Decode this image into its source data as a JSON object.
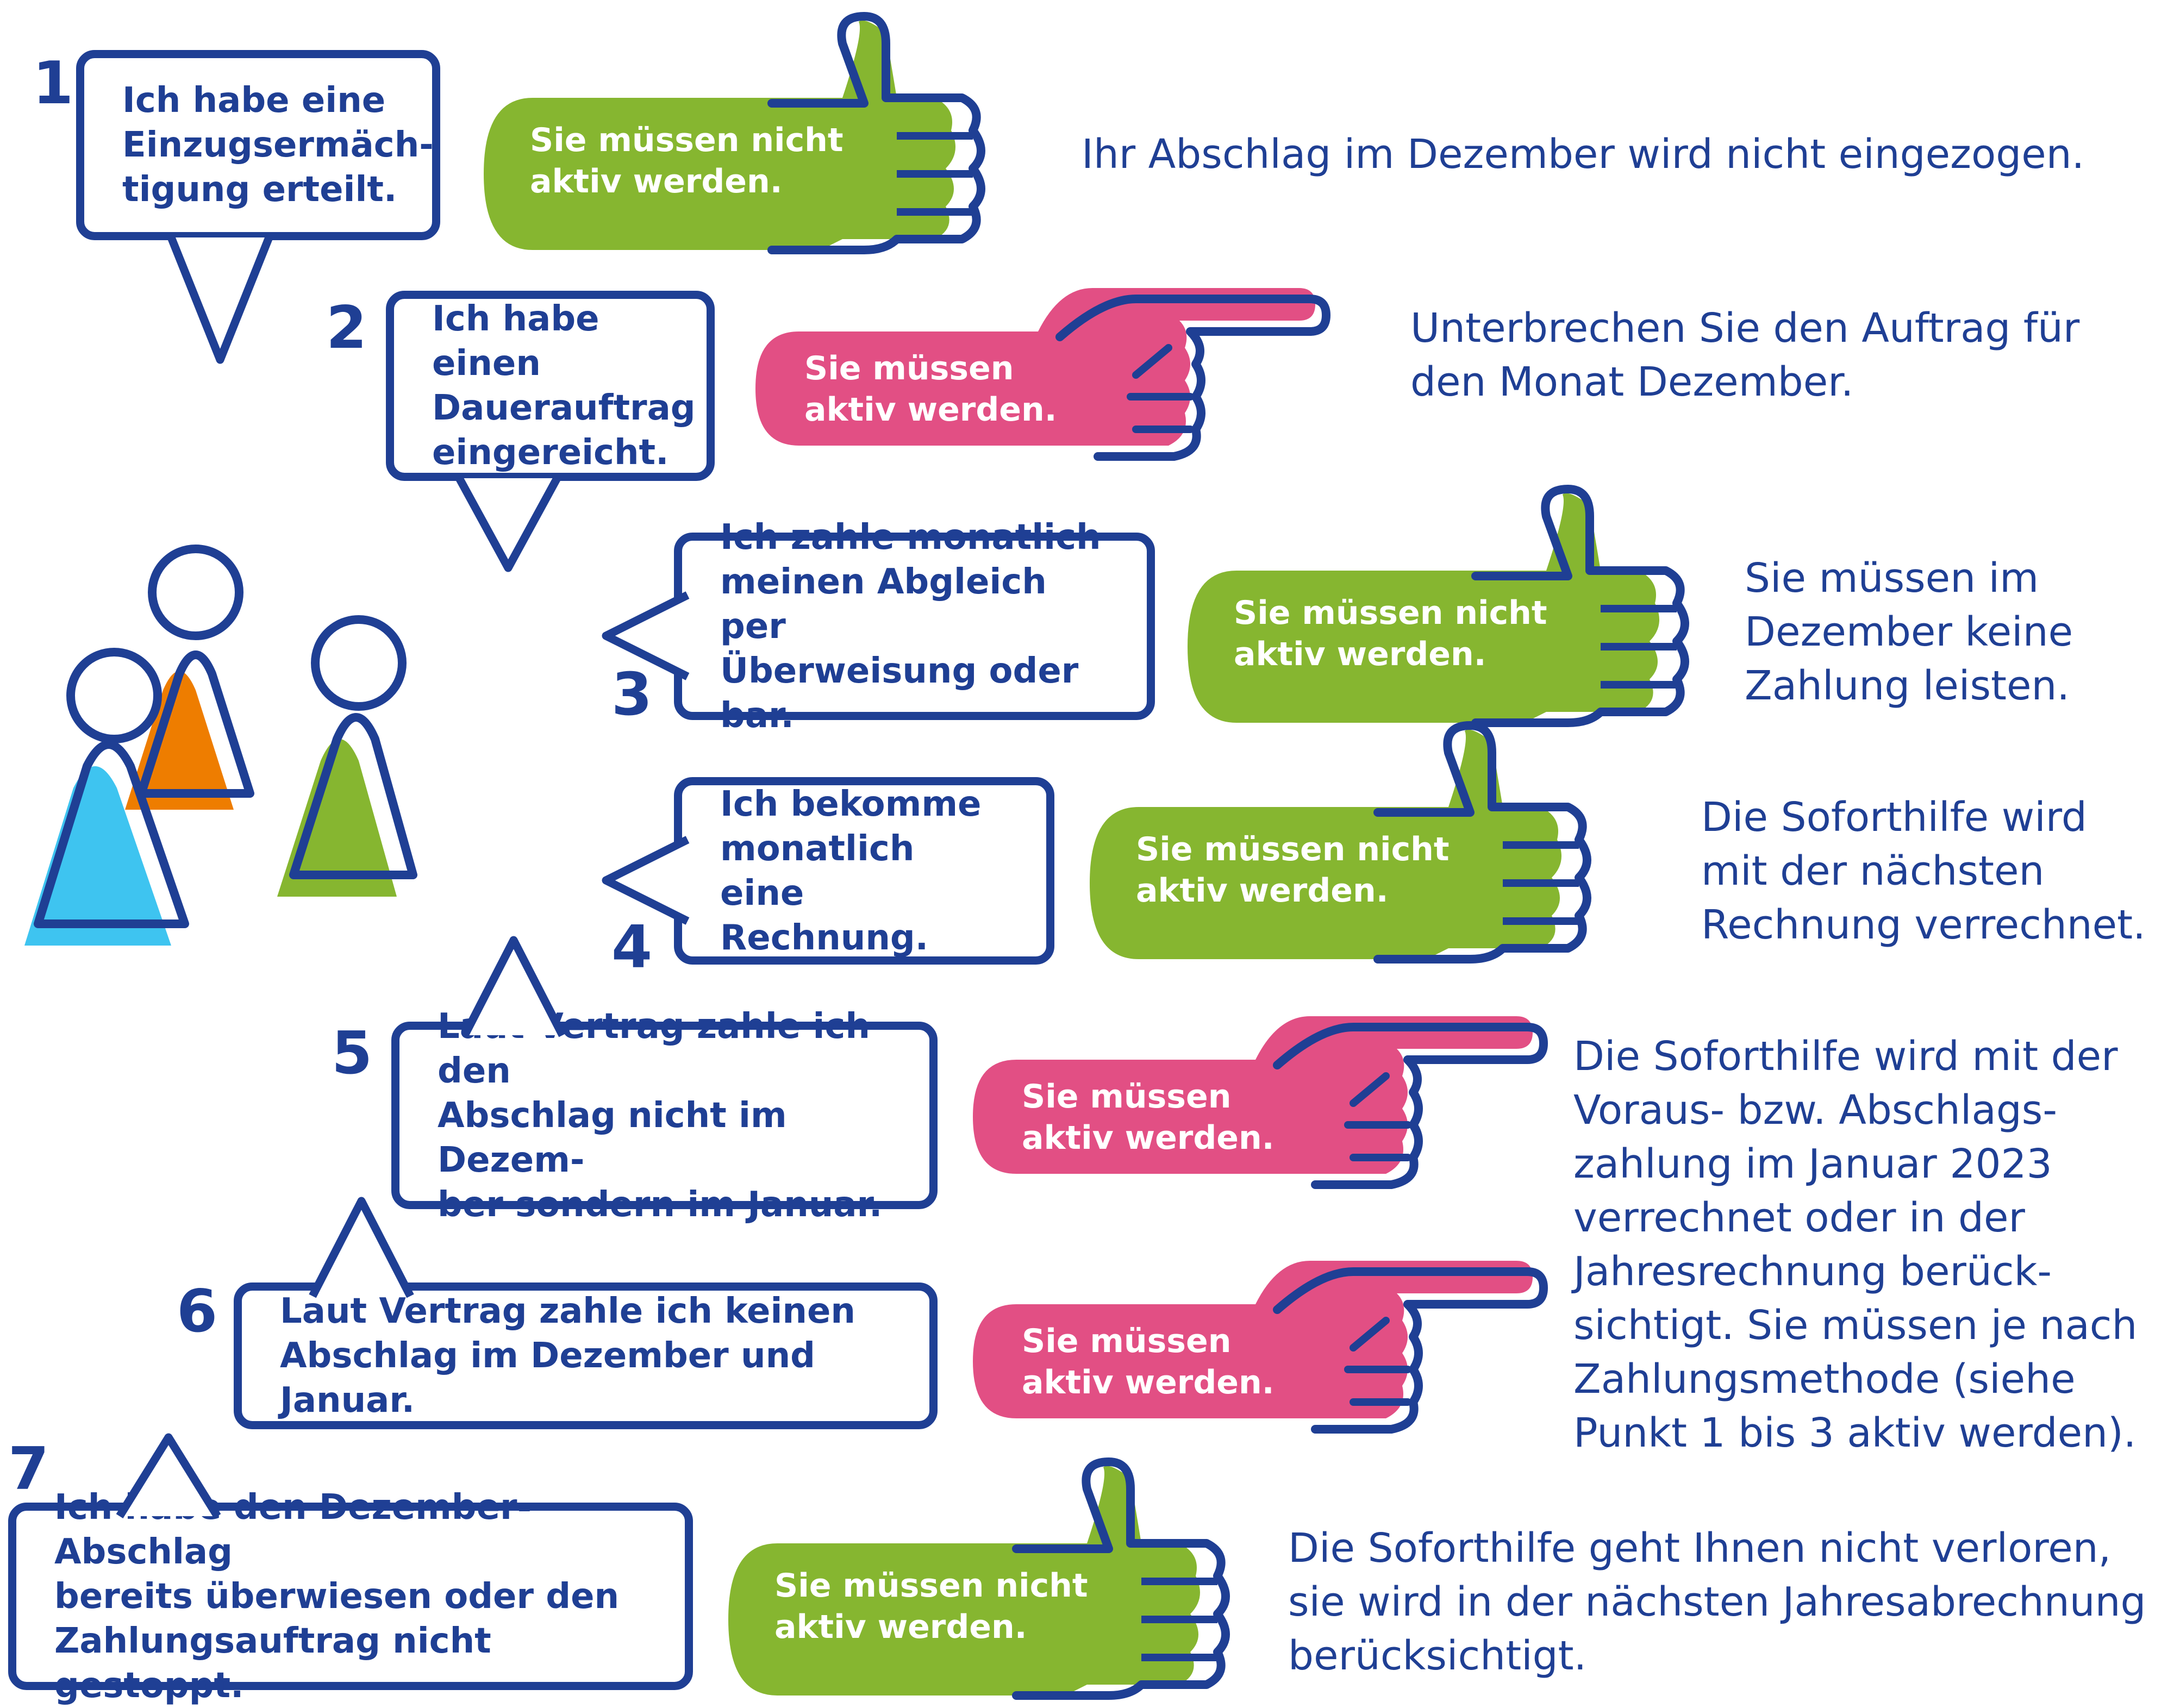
{
  "colors": {
    "blue": "#1f3f94",
    "green": "#86b630",
    "pink": "#e24f84",
    "orange": "#ee7d00",
    "light_blue": "#3ec4f0"
  },
  "hand_label": {
    "no_action": "Sie müssen nicht\naktiv werden.",
    "action": "Sie müssen\naktiv werden."
  },
  "icons": {
    "thumbs_up": "thumbs-up-icon",
    "pointing_hand": "pointing-hand-icon",
    "people": "people-group-icon"
  },
  "steps": [
    {
      "number": "1",
      "statement": "Ich habe eine\nEinzugsermäch-\ntigung erteilt.",
      "action_required": false,
      "answer": "Ihr Abschlag im Dezember wird nicht eingezogen."
    },
    {
      "number": "2",
      "statement": "Ich habe einen\nDauerauftrag\neingereicht.",
      "action_required": true,
      "answer": "Unterbrechen Sie den Auftrag für\nden Monat Dezember."
    },
    {
      "number": "3",
      "statement": "Ich zahle monatlich\nmeinen Abgleich per\nÜberweisung oder bar.",
      "action_required": false,
      "answer": "Sie müssen im\nDezember keine\nZahlung leisten."
    },
    {
      "number": "4",
      "statement": "Ich bekomme\nmonatlich eine\nRechnung.",
      "action_required": false,
      "answer": "Die Soforthilfe wird\nmit der nächsten\nRechnung verrechnet."
    },
    {
      "number": "5",
      "statement": "Laut Vertrag zahle ich den\nAbschlag nicht im Dezem-\nber sondern im Januar.",
      "action_required": true,
      "answer": "Die Soforthilfe wird mit der\nVoraus- bzw. Abschlags-\nzahlung im Januar 2023\nverrechnet oder in der\nJahresrechnung berück-\nsichtigt. Sie müssen je nach\nZahlungsmethode (siehe\nPunkt 1 bis 3 aktiv werden)."
    },
    {
      "number": "6",
      "statement": "Laut Vertrag zahle ich keinen\nAbschlag im Dezember und Januar.",
      "action_required": true,
      "answer": ""
    },
    {
      "number": "7",
      "statement": "Ich habe den Dezember-Abschlag\nbereits überwiesen oder den\nZahlungsauftrag nicht gestoppt.",
      "action_required": false,
      "answer": "Die Soforthilfe geht Ihnen nicht verloren,\nsie wird in der nächsten Jahresabrechnung\nberücksichtigt."
    }
  ]
}
